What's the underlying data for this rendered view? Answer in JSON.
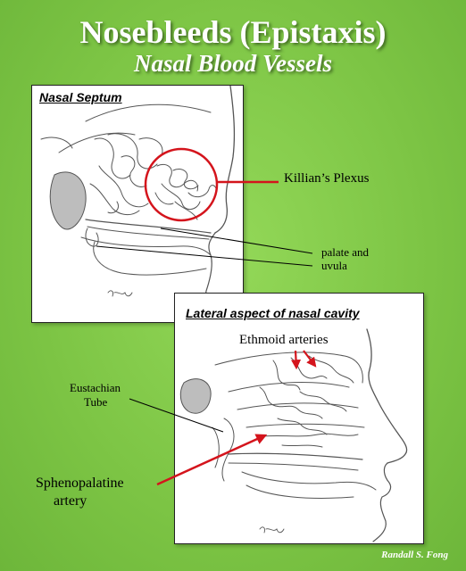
{
  "header": {
    "title": "Nosebleeds (Epistaxis)",
    "subtitle": "Nasal Blood Vessels"
  },
  "panel_septum": {
    "heading": "Nasal Septum",
    "labels": {
      "plexus": "Killian’s Plexus",
      "palate_line1": "palate and",
      "palate_line2": "uvula"
    }
  },
  "panel_lateral": {
    "heading": "Lateral aspect of nasal cavity",
    "labels": {
      "ethmoid": "Ethmoid arteries",
      "eustachian_line1": "Eustachian",
      "eustachian_line2": "Tube",
      "spheno_line1": "Sphenopalatine",
      "spheno_line2": "artery"
    }
  },
  "credit": "Randall S. Fong",
  "colors": {
    "background": "#7cc444",
    "highlight": "#d4141c"
  }
}
